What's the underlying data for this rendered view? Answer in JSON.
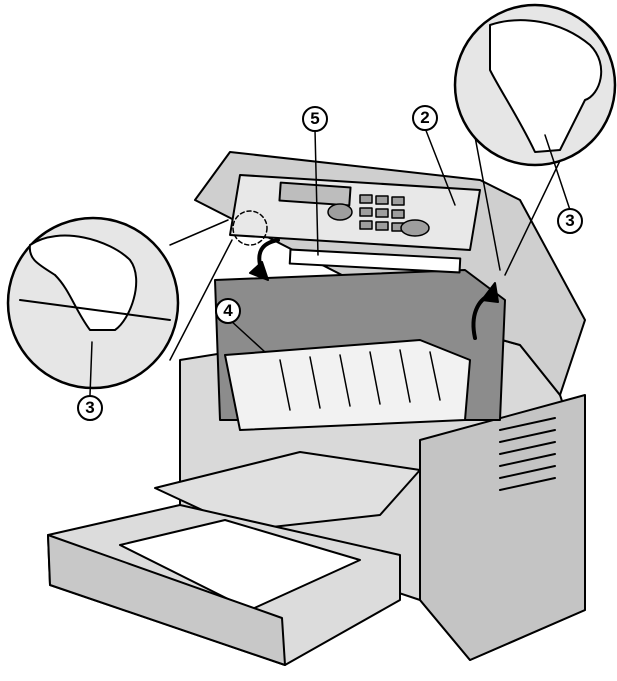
{
  "figure": {
    "description_labels": {
      "lever_left": "3",
      "lever_right": "3",
      "top_cover": "2",
      "toner_cartridge": "4",
      "drum_roller": "5"
    }
  },
  "colors": {
    "line": "#000000",
    "body": "#d9d9d9",
    "body_dark": "#a6a6a6",
    "body_light": "#f0f0f0",
    "paper": "#ffffff"
  }
}
